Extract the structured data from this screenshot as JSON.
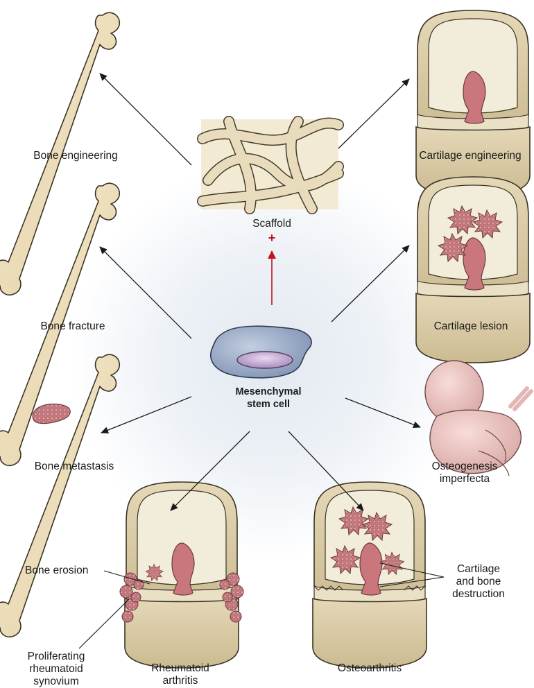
{
  "labels": {
    "bone_engineering": "Bone engineering",
    "cartilage_engineering": "Cartilage engineering",
    "scaffold": "Scaffold",
    "plus": "+",
    "bone_fracture": "Bone fracture",
    "cartilage_lesion": "Cartilage lesion",
    "msc_line1": "Mesenchymal",
    "msc_line2": "stem cell",
    "bone_metastasis": "Bone metastasis",
    "oi_line1": "Osteogenesis",
    "oi_line2": "imperfecta",
    "bone_erosion": "Bone erosion",
    "cbd_line1": "Cartilage",
    "cbd_line2": "and bone",
    "cbd_line3": "destruction",
    "prs_line1": "Proliferating",
    "prs_line2": "rheumatoid",
    "prs_line3": "synovium",
    "ra_line1": "Rheumatoid",
    "ra_line2": "arthritis",
    "osteoarthritis": "Osteoarthritis"
  },
  "colors": {
    "bone": "#efe1c0",
    "bone_outline": "#3a3324",
    "joint": "#d9cba6",
    "cartilage": "#f2ecda",
    "lesion": "#c97b80",
    "cell_outer": "#9fb0cc",
    "cell_nucleus": "#c9b4d8",
    "arrow": "#1a1a1a",
    "red_arrow": "#c1121f",
    "fetus": "#ecc6c4"
  }
}
